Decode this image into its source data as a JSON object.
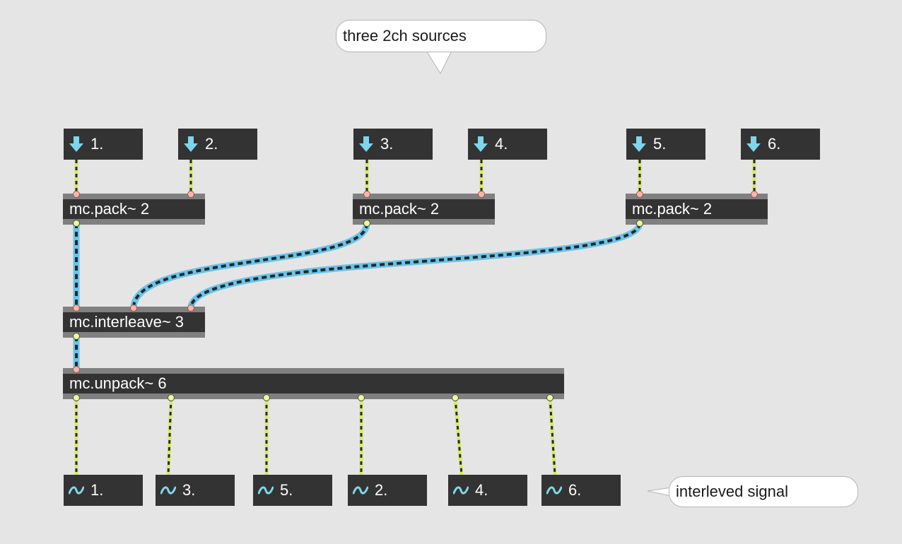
{
  "comments": {
    "top": "three 2ch sources",
    "bottom": "interleved signal"
  },
  "sources": [
    "1.",
    "2.",
    "3.",
    "4.",
    "5.",
    "6."
  ],
  "packs": [
    "mc.pack~ 2",
    "mc.pack~ 2",
    "mc.pack~ 2"
  ],
  "interleave": "mc.interleave~ 3",
  "unpack": "mc.unpack~ 6",
  "outputs": [
    "1.",
    "3.",
    "5.",
    "2.",
    "4.",
    "6."
  ],
  "icons": {
    "source": "down-arrow-icon",
    "output": "signal-wave-icon"
  },
  "colors": {
    "background": "#e5e5e5",
    "object_fill": "#333333",
    "object_border": "#808080",
    "icon_accent": "#7fd6ea",
    "mc_patchcord": "#6cc3e6",
    "signal_patchcord": "#d8e86c",
    "inlet": "#f0b8b0",
    "outlet": "#ecf5a4"
  }
}
